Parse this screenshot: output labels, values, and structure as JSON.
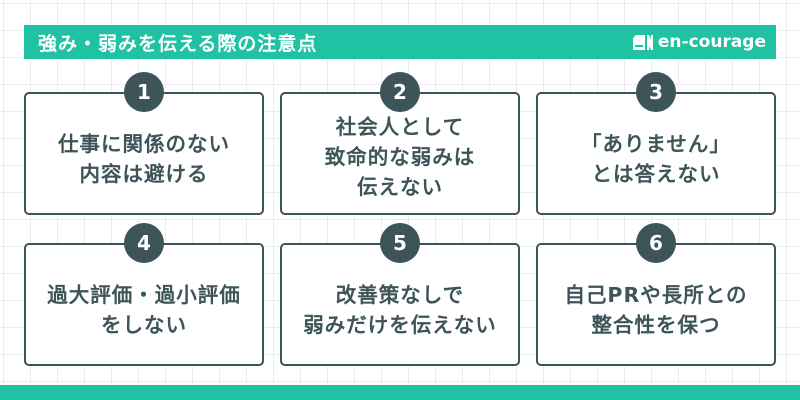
{
  "header": {
    "title": "強み・弱みを伝える際の注意点",
    "brand": {
      "icon": "book-logo-icon",
      "name": "en-courage"
    }
  },
  "colors": {
    "accent": "#1fc2a3",
    "dark": "#3d5458",
    "background": "#ffffff",
    "grid": "#ececec"
  },
  "cards": [
    {
      "number": "1",
      "text": "仕事に関係のない\n内容は避ける"
    },
    {
      "number": "2",
      "text": "社会人として\n致命的な弱みは\n伝えない"
    },
    {
      "number": "3",
      "text": "「ありません」\nとは答えない"
    },
    {
      "number": "4",
      "text": "過大評価・過小評価\nをしない"
    },
    {
      "number": "5",
      "text": "改善策なしで\n弱みだけを伝えない"
    },
    {
      "number": "6",
      "text": "自己PRや長所との\n整合性を保つ"
    }
  ]
}
